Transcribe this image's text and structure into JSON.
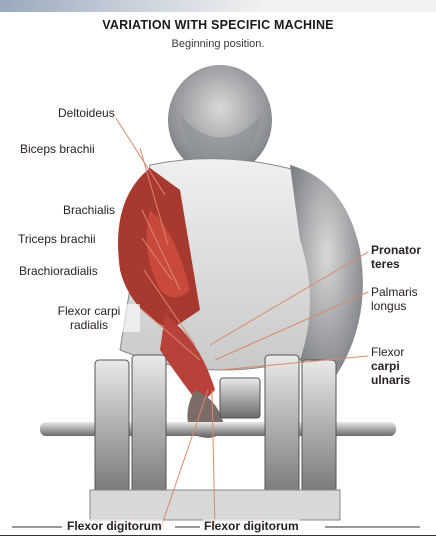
{
  "header": {
    "title": "VARIATION WITH SPECIFIC MACHINE",
    "subtitle": "Beginning position."
  },
  "labels": {
    "deltoideus": "Deltoideus",
    "biceps": "Biceps brachii",
    "brachialis": "Brachialis",
    "triceps": "Triceps brachii",
    "brachioradialis": "Brachioradialis",
    "fcr_line1": "Flexor carpi",
    "fcr_line2": "radialis",
    "pronator_line1": "Pronator",
    "pronator_line2": "teres",
    "palmaris_line1": "Palmaris",
    "palmaris_line2": "longus",
    "fcu_line1": "Flexor",
    "fcu_line2": "carpi",
    "fcu_line3": "ulnaris",
    "fdp": "Flexor digitorum",
    "fds": "Flexor digitorum"
  },
  "colors": {
    "muscle": "#b7312f",
    "skin": "#9aa0a6",
    "leader": "#d98a6b"
  }
}
